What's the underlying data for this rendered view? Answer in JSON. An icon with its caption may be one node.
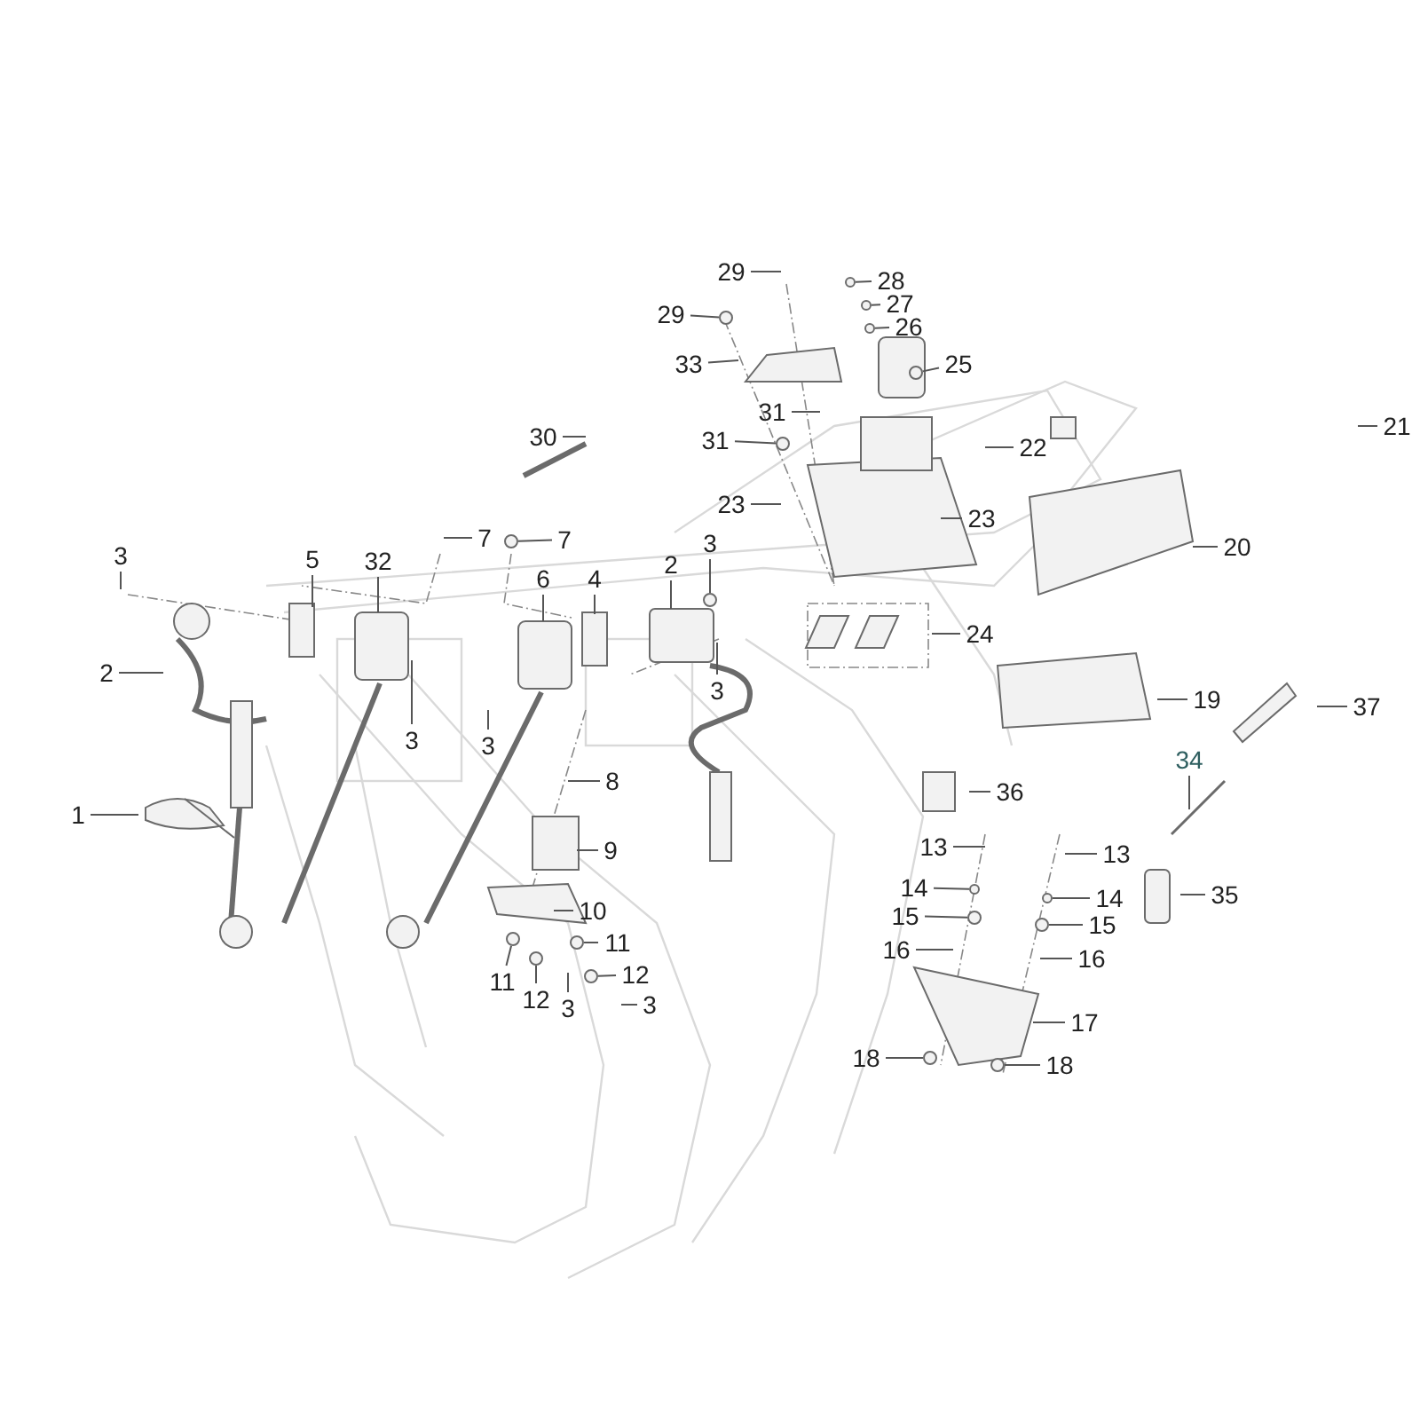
{
  "diagram": {
    "nodes": [
      {
        "text": [
          "29"
        ]
      },
      {
        "text": [
          "28"
        ]
      },
      {
        "text": [
          "29"
        ]
      },
      {
        "text": [
          "27"
        ]
      },
      {
        "text": [
          "26"
        ]
      },
      {
        "text": [
          "33"
        ]
      },
      {
        "text": [
          "25"
        ]
      },
      {
        "text": [
          "31"
        ]
      },
      {
        "text": [
          "21"
        ]
      },
      {
        "text": [
          "30"
        ]
      },
      {
        "text": [
          "31"
        ]
      },
      {
        "text": [
          "22"
        ]
      },
      {
        "text": [
          "23"
        ]
      },
      {
        "text": [
          "23"
        ]
      },
      {
        "text": [
          "20"
        ]
      },
      {
        "text": [
          "7"
        ]
      },
      {
        "text": [
          "7"
        ]
      },
      {
        "text": [
          "3"
        ]
      },
      {
        "text": [
          "3"
        ]
      },
      {
        "text": [
          "5"
        ]
      },
      {
        "text": [
          "32"
        ]
      },
      {
        "text": [
          "6"
        ]
      },
      {
        "text": [
          "4"
        ]
      },
      {
        "text": [
          "2"
        ]
      },
      {
        "text": [
          "24"
        ]
      },
      {
        "text": [
          "2"
        ]
      },
      {
        "text": [
          "3"
        ]
      },
      {
        "text": [
          "19"
        ]
      },
      {
        "text": [
          "37"
        ]
      },
      {
        "text": [
          "3"
        ]
      },
      {
        "text": [
          "3"
        ]
      },
      {
        "text": [
          "34"
        ]
      },
      {
        "text": [
          "8"
        ]
      },
      {
        "text": [
          "36"
        ]
      },
      {
        "text": [
          "1"
        ]
      },
      {
        "text": [
          "13"
        ]
      },
      {
        "text": [
          "13"
        ]
      },
      {
        "text": [
          "9"
        ]
      },
      {
        "text": [
          "14"
        ]
      },
      {
        "text": [
          "14"
        ]
      },
      {
        "text": [
          "35"
        ]
      },
      {
        "text": [
          "10"
        ]
      },
      {
        "text": [
          "15"
        ]
      },
      {
        "text": [
          "15"
        ]
      },
      {
        "text": [
          "11"
        ]
      },
      {
        "text": [
          "16"
        ]
      },
      {
        "text": [
          "16"
        ]
      },
      {
        "text": [
          "12"
        ]
      },
      {
        "text": [
          "3"
        ]
      },
      {
        "text": [
          "11"
        ]
      },
      {
        "text": [
          "12"
        ]
      },
      {
        "text": [
          "3"
        ]
      },
      {
        "text": [
          "17"
        ]
      },
      {
        "text": [
          "18"
        ]
      },
      {
        "text": [
          "18"
        ]
      },
      {
        "text": [],
        "shape": "circle"
      },
      {
        "text": [],
        "shape": "circle"
      },
      {
        "text": [],
        "shape": "circle"
      },
      {
        "text": [],
        "shape": "circle"
      },
      {
        "text": [],
        "shape": "circle"
      },
      {
        "text": [],
        "shape": "circle"
      },
      {
        "text": [],
        "shape": "circle"
      },
      {
        "text": [],
        "shape": "circle"
      },
      {
        "text": [],
        "shape": "circle"
      },
      {
        "text": [],
        "shape": "circle"
      },
      {
        "text": [],
        "shape": "circle"
      },
      {
        "text": [],
        "shape": "circle"
      },
      {
        "text": [],
        "shape": "circle"
      },
      {
        "text": [],
        "shape": "circle"
      },
      {
        "text": [],
        "shape": "circle"
      },
      {
        "text": [],
        "shape": "circle"
      },
      {
        "text": [],
        "shape": "circle"
      },
      {
        "text": [],
        "shape": "circle"
      }
    ],
    "edges": [
      {
        "from": 0,
        "to": null,
        "arrow": "none"
      },
      {
        "from": 1,
        "to": 65,
        "arrow": "none"
      },
      {
        "from": 2,
        "to": 55,
        "arrow": "none"
      },
      {
        "from": 3,
        "to": 66,
        "arrow": "none"
      },
      {
        "from": 4,
        "to": 56,
        "arrow": "none"
      },
      {
        "from": 5,
        "to": null,
        "arrow": "none"
      },
      {
        "from": 6,
        "to": 57,
        "arrow": "none"
      },
      {
        "from": 7,
        "to": null,
        "arrow": "none"
      },
      {
        "from": 8,
        "to": null,
        "arrow": "none"
      },
      {
        "from": 9,
        "to": null,
        "arrow": "none"
      },
      {
        "from": 10,
        "to": 58,
        "arrow": "none"
      },
      {
        "from": 11,
        "to": null,
        "arrow": "none"
      },
      {
        "from": 12,
        "to": null,
        "arrow": "none"
      },
      {
        "from": 13,
        "to": null,
        "arrow": "none"
      },
      {
        "from": 14,
        "to": null,
        "arrow": "none"
      },
      {
        "from": 15,
        "to": null,
        "arrow": "none"
      },
      {
        "from": 16,
        "to": 59,
        "arrow": "none"
      },
      {
        "from": 17,
        "to": null,
        "arrow": "none"
      },
      {
        "from": 18,
        "to": 60,
        "arrow": "none"
      },
      {
        "from": 19,
        "to": null,
        "arrow": "none"
      },
      {
        "from": 20,
        "to": null,
        "arrow": "none"
      },
      {
        "from": 21,
        "to": null,
        "arrow": "none"
      },
      {
        "from": 22,
        "to": null,
        "arrow": "none"
      },
      {
        "from": 23,
        "to": null,
        "arrow": "none"
      },
      {
        "from": 24,
        "to": null,
        "arrow": "none"
      },
      {
        "from": 25,
        "to": null,
        "arrow": "none"
      },
      {
        "from": 26,
        "to": null,
        "arrow": "none"
      },
      {
        "from": 27,
        "to": null,
        "arrow": "none"
      },
      {
        "from": 28,
        "to": null,
        "arrow": "none"
      },
      {
        "from": 29,
        "to": null,
        "arrow": "none"
      },
      {
        "from": 30,
        "to": null,
        "arrow": "none"
      },
      {
        "from": 31,
        "to": null,
        "arrow": "none"
      },
      {
        "from": 32,
        "to": null,
        "arrow": "none"
      },
      {
        "from": 33,
        "to": null,
        "arrow": "none"
      },
      {
        "from": 34,
        "to": null,
        "arrow": "none"
      },
      {
        "from": 35,
        "to": null,
        "arrow": "none"
      },
      {
        "from": 36,
        "to": null,
        "arrow": "none"
      },
      {
        "from": 37,
        "to": null,
        "arrow": "none"
      },
      {
        "from": 38,
        "to": 61,
        "arrow": "none"
      },
      {
        "from": 39,
        "to": 72,
        "arrow": "none"
      },
      {
        "from": 40,
        "to": null,
        "arrow": "none"
      },
      {
        "from": 41,
        "to": null,
        "arrow": "none"
      },
      {
        "from": 42,
        "to": 67,
        "arrow": "none"
      },
      {
        "from": 43,
        "to": 62,
        "arrow": "none"
      },
      {
        "from": 44,
        "to": 69,
        "arrow": "none"
      },
      {
        "from": 45,
        "to": null,
        "arrow": "none"
      },
      {
        "from": 46,
        "to": null,
        "arrow": "none"
      },
      {
        "from": 47,
        "to": 63,
        "arrow": "none"
      },
      {
        "from": 48,
        "to": null,
        "arrow": "none"
      },
      {
        "from": 49,
        "to": 68,
        "arrow": "none"
      },
      {
        "from": 50,
        "to": 64,
        "arrow": "none"
      },
      {
        "from": 51,
        "to": null,
        "arrow": "none"
      },
      {
        "from": 52,
        "to": null,
        "arrow": "none"
      },
      {
        "from": 53,
        "to": 70,
        "arrow": "none"
      },
      {
        "from": 54,
        "to": 71,
        "arrow": "none"
      }
    ]
  }
}
